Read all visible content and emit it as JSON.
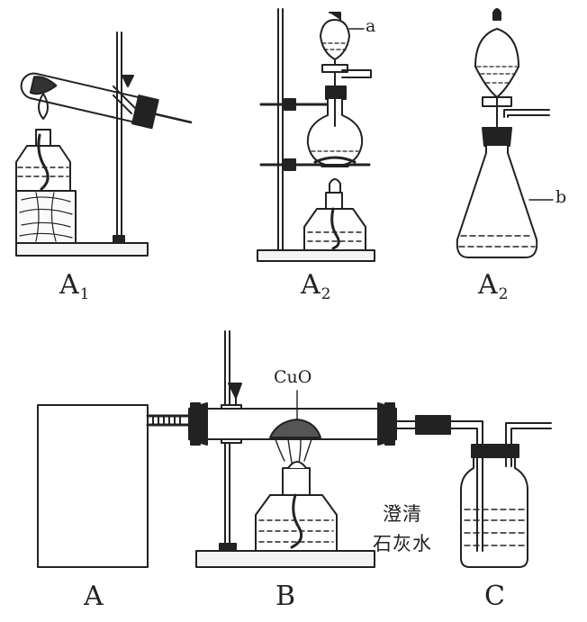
{
  "figure": {
    "top_labels": [
      {
        "main": "A",
        "sub": "1"
      },
      {
        "main": "A",
        "sub": "2"
      },
      {
        "main": "A",
        "sub": "2"
      }
    ],
    "callouts": {
      "a": "a",
      "b": "b"
    },
    "bottom_labels": {
      "A": "A",
      "B": "B",
      "C": "C"
    },
    "cuo": "CuO",
    "lime_water_line1": "澄清",
    "lime_water_line2": "石灰水"
  }
}
